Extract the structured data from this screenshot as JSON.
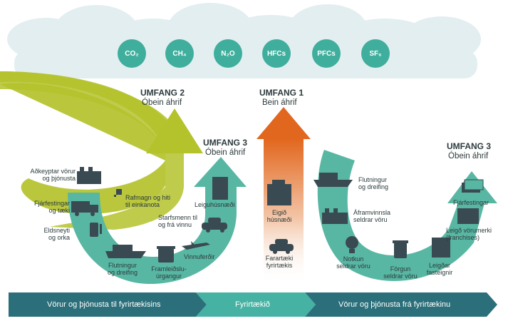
{
  "colors": {
    "cloud": "#e3eef1",
    "gas_circle": "#3fae9c",
    "scope1_arrow": "#e2671e",
    "scope2_arrow": "#b4c22c",
    "scope3_arrow": "#58b7a3",
    "bar_dark": "#2b6f7a",
    "bar_mid": "#45b2a3"
  },
  "gases": [
    "CO₂",
    "CH₄",
    "N₂O",
    "HFCs",
    "PFCs",
    "SF₆"
  ],
  "scope2": {
    "title": "UMFANG 2",
    "subtitle": "Óbein áhrif"
  },
  "scope1": {
    "title": "UMFANG 1",
    "subtitle": "Bein áhrif"
  },
  "scope3_up": {
    "title": "UMFANG 3",
    "subtitle": "Óbein áhrif"
  },
  "scope3_down": {
    "title": "UMFANG 3",
    "subtitle": "Óbein áhrif"
  },
  "upstream_items": {
    "purchased": "Aðkeyptar vörur\nog þjónusta",
    "capital": "Fjárfestingar\nog tæki",
    "fuel": "Eldsneyti\nog orka",
    "transport": "Flutningur\nog dreifing",
    "waste": "Framleiðslu-\núrgangur",
    "travel": "Vinnuferðir",
    "commute": "Starfsmenn til\nog frá vinnu",
    "leased": "Leiguhúsnæði",
    "electricity": "Rafmagn og hiti\ntil einkanota"
  },
  "company_items": {
    "facilities": "Eigið\nhúsnæði",
    "vehicles": "Farartæki\nfyrirtækis"
  },
  "downstream_items": {
    "transport": "Flutningur\nog dreifing",
    "processing": "Áframvinnsla\nseldrar vöru",
    "use": "Notkun\nseldrar vöru",
    "eol": "Förgun\nseldrar vöru",
    "leased": "Leigðar\nfasteignir",
    "franchise": "Leigð vörumerki\n(franchises)",
    "investments": "Fjárfestingar"
  },
  "bottom_bar": {
    "upstream": "Vörur og þjónusta til fyrirtækisins",
    "company": "Fyrirtækið",
    "downstream": "Vörur og þjónusta frá fyrirtækinu"
  }
}
